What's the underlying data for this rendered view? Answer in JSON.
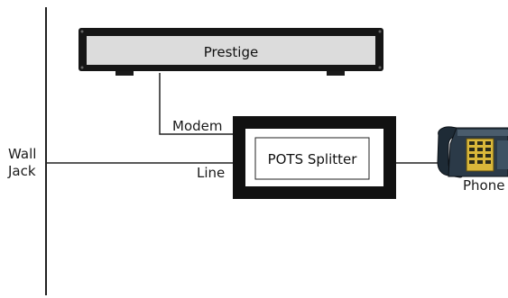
{
  "devices": {
    "router_label": "Prestige",
    "splitter_label": "POTS Splitter",
    "phone_label": "Phone"
  },
  "ports": {
    "modem_label": "Modem",
    "line_label": "Line"
  },
  "wall_jack": {
    "line1": "Wall",
    "line2": "Jack"
  },
  "icons": {
    "router": "router-device-icon",
    "phone": "telephone-icon"
  }
}
